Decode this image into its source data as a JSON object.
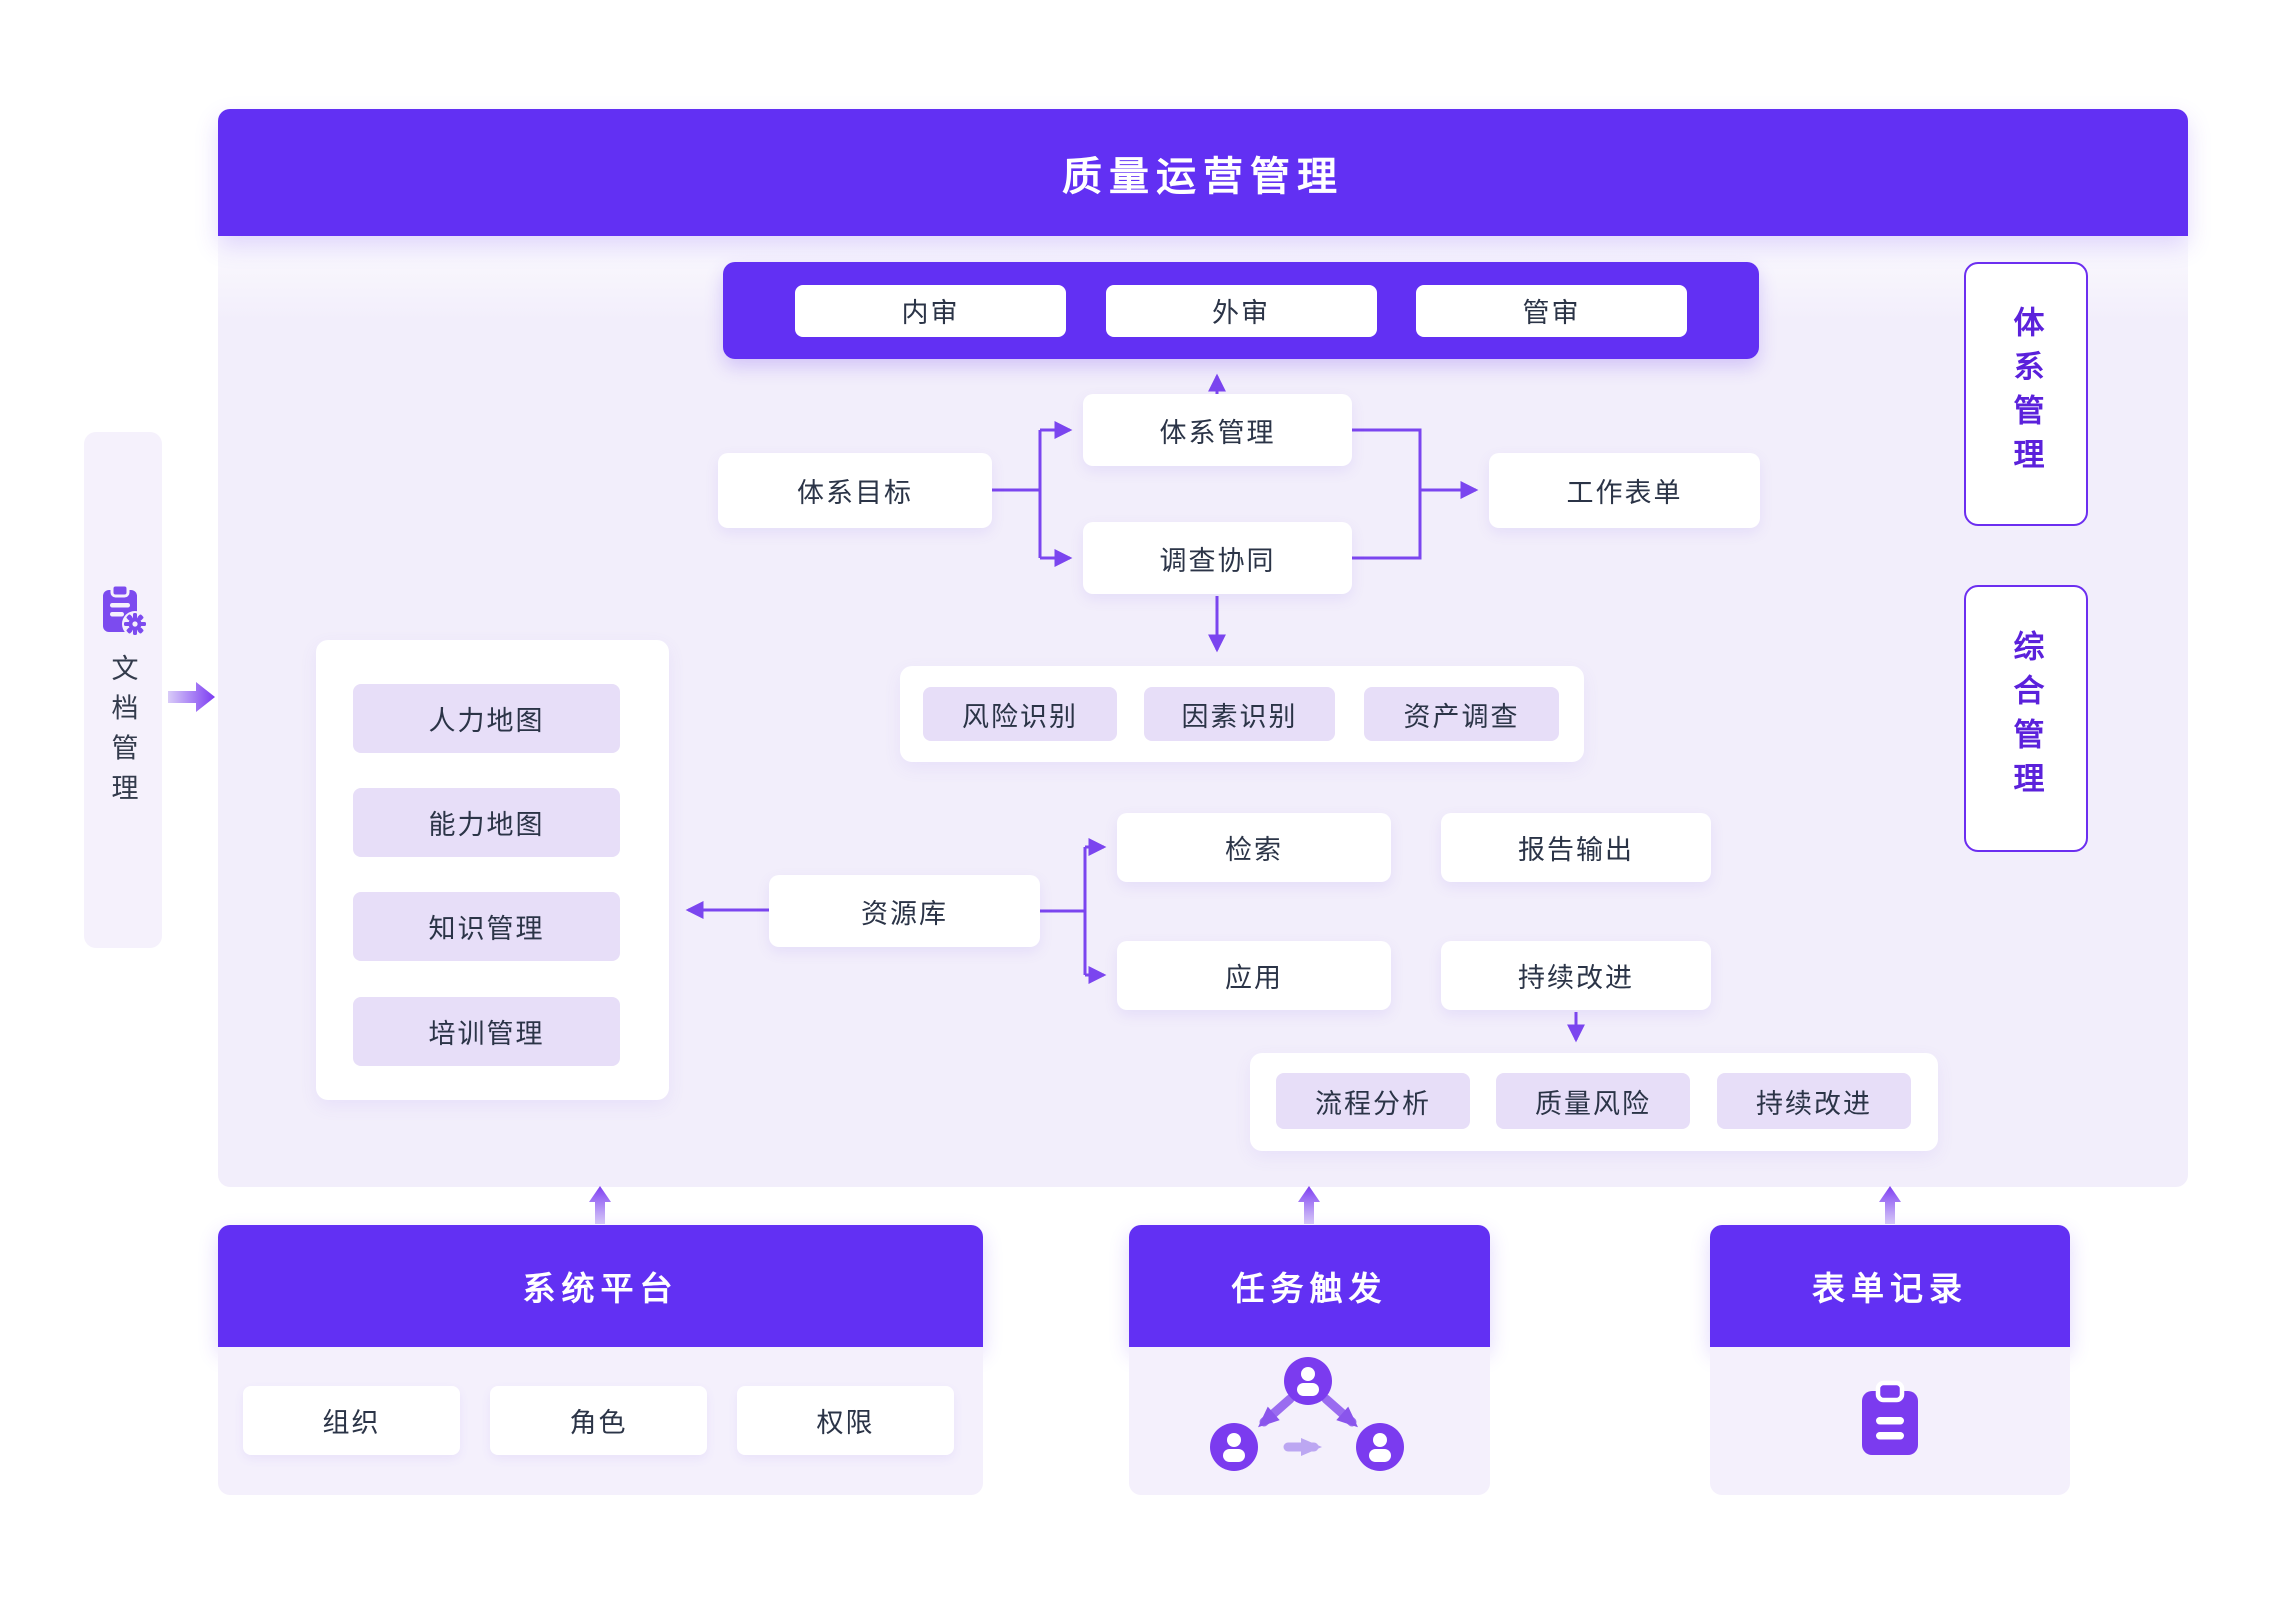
{
  "colors": {
    "primary_purple": "#6230F3",
    "connector_purple": "#7B45EF",
    "panel_bg": "#F2EEFB",
    "chip_bg": "#E7DEF8",
    "section_body_bg": "#F4F0FC",
    "sidebar_bg": "#F5F1FC",
    "outline_purple": "#6C2EF0",
    "purple_text": "#5B21DB",
    "dark_text": "#2B3447",
    "icon_purple": "#7B3BEF"
  },
  "title": "质量运营管理",
  "sidebar": {
    "label": "文档管理",
    "icon": "clipboard-gear-icon"
  },
  "audit_bar": {
    "items": [
      "内审",
      "外审",
      "管审"
    ]
  },
  "nodes": {
    "tixi_mubiao": "体系目标",
    "tixi_guanli": "体系管理",
    "diaocha_xietong": "调查协同",
    "gongzuo_biaodan": "工作表单",
    "ziyuanku": "资源库",
    "jiansuo": "检索",
    "yingyong": "应用",
    "baogao_shuchu": "报告输出",
    "chixu_gaijin": "持续改进"
  },
  "risk_group": {
    "items": [
      "风险识别",
      "因素识别",
      "资产调查"
    ]
  },
  "hr_group": {
    "items": [
      "人力地图",
      "能力地图",
      "知识管理",
      "培训管理"
    ]
  },
  "process_group": {
    "items": [
      "流程分析",
      "质量风险",
      "持续改进"
    ]
  },
  "right_panels": {
    "items": [
      "体系管理",
      "综合管理"
    ]
  },
  "bottom": {
    "platform": {
      "title": "系统平台",
      "items": [
        "组织",
        "角色",
        "权限"
      ]
    },
    "task": {
      "title": "任务触发",
      "icon": "people-workflow-icon"
    },
    "form": {
      "title": "表单记录",
      "icon": "clipboard-icon"
    }
  }
}
